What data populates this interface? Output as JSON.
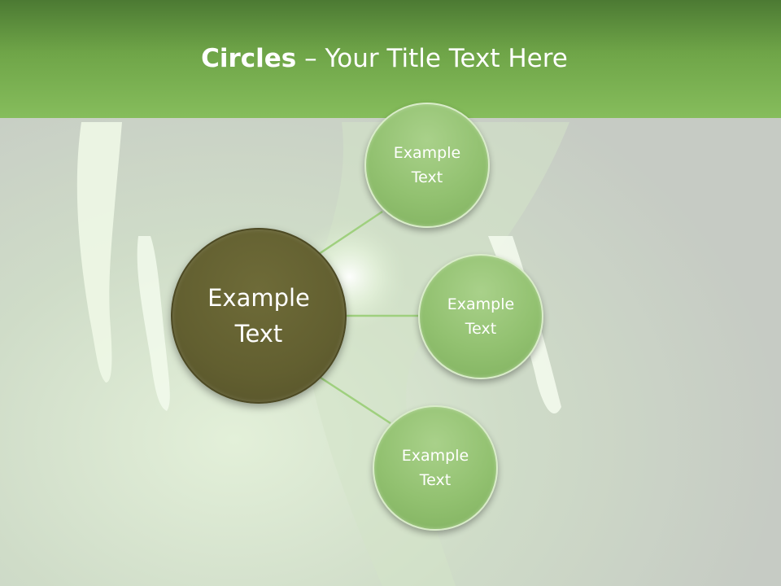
{
  "slide": {
    "title_bold": "Circles",
    "title_rest": " – Your Title Text Here"
  },
  "diagram": {
    "center": {
      "line1": "Example",
      "line2": "Text"
    },
    "satellites": [
      {
        "line1": "Example",
        "line2": "Text"
      },
      {
        "line1": "Example",
        "line2": "Text"
      },
      {
        "line1": "Example",
        "line2": "Text"
      }
    ]
  },
  "colors": {
    "header_green": "#6fa548",
    "center_circle": "#625f30",
    "satellite_circle": "#92c170",
    "connector": "#9fd07e",
    "background": "#c9cdc6"
  }
}
